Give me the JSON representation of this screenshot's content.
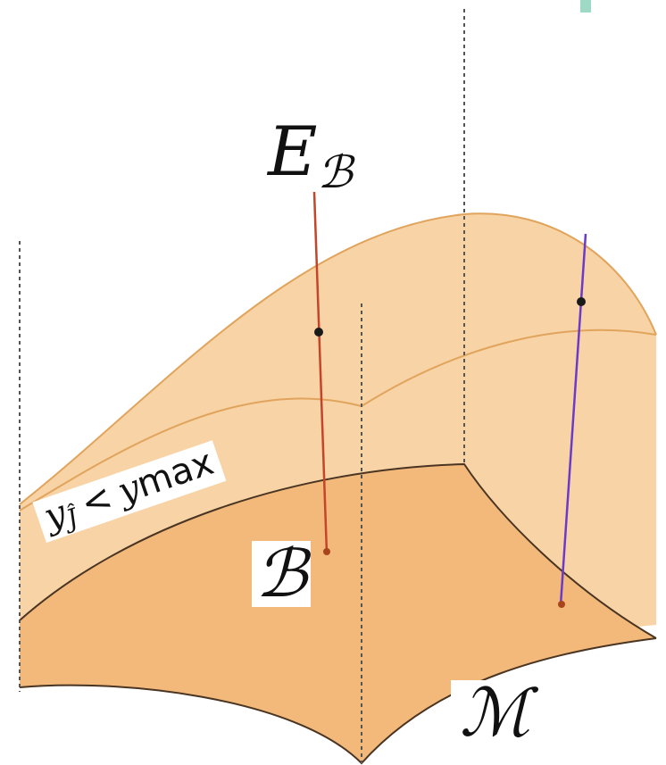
{
  "labels": {
    "fiber": "E",
    "fiber_sub": "ℬ",
    "base": "ℬ",
    "manifold": "ℳ",
    "bound_var": "y",
    "bound_sub": "Ĵ",
    "bound_op": "<",
    "bound_rhs_var": "y",
    "bound_rhs_sub": "max"
  },
  "colors": {
    "surface_fill": "#f5c48e",
    "surface_light": "#f8d3a6",
    "surface_edge": "#e0a45c",
    "surface_edge_dark": "#4a3422",
    "fiber_red": "#c4452a",
    "fiber_blue": "#6a3bc8",
    "dashed": "#555555",
    "point": "#1a1a1a"
  }
}
